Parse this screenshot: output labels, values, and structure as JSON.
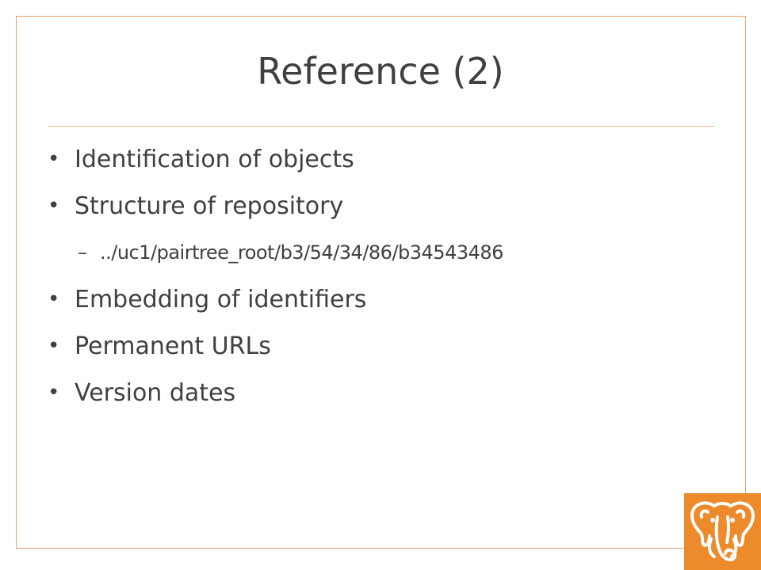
{
  "slide": {
    "title": "Reference (2)",
    "bullets": [
      "Identification of objects",
      "Structure of repository",
      "Embedding of identifiers",
      "Permanent URLs",
      "Version dates"
    ],
    "sub_bullet": "../uc1/pairtree_root/b3/54/34/86/b34543486",
    "bullet_glyph": "•",
    "sub_bullet_glyph": "–"
  },
  "logo": {
    "icon": "elephant-icon",
    "color": "#ec8a2c"
  },
  "colors": {
    "frame": "#e8a46a",
    "text": "#404040",
    "rule": "#f0b888"
  }
}
